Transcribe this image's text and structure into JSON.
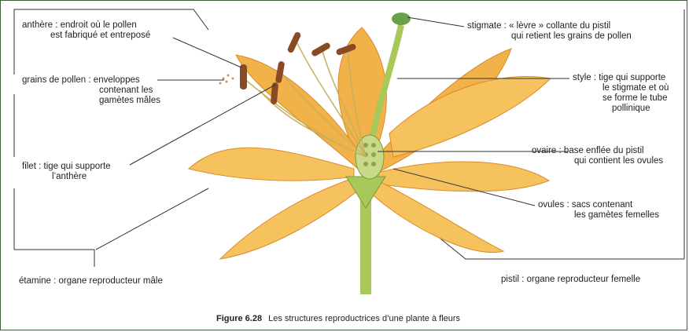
{
  "labels": {
    "anthere": {
      "term": "anthère",
      "def1": "endroit où le pollen",
      "def2": "est fabriqué et entreposé"
    },
    "grains": {
      "term": "grains de pollen",
      "def1": "enveloppes",
      "def2": "contenant les",
      "def3": "gamètes mâles"
    },
    "filet": {
      "term": "filet",
      "def1": "tige qui supporte",
      "def2": "l’anthère"
    },
    "etamine": {
      "term": "étamine",
      "def1": "organe reproducteur mâle"
    },
    "stigmate": {
      "term": "stigmate",
      "def1": "« lèvre » collante du pistil",
      "def2": "qui retient les grains de pollen"
    },
    "style": {
      "term": "style",
      "def1": "tige qui supporte",
      "def2": "le stigmate et où",
      "def3": "se forme le tube",
      "def4": "pollinique"
    },
    "ovaire": {
      "term": "ovaire",
      "def1": "base enflée du pistil",
      "def2": "qui contient les ovules"
    },
    "ovules": {
      "term": "ovules",
      "def1": "sacs contenant",
      "def2": "les gamètes femelles"
    },
    "pistil": {
      "term": "pistil",
      "def1": "organe reproducteur femelle"
    }
  },
  "caption": {
    "figure": "Figure 6.28",
    "text": "Les structures reproductrices d’une plante à fleurs"
  },
  "colors": {
    "petal": "#f2b24a",
    "petal_light": "#f8d27c",
    "stem": "#a9c85a",
    "anther": "#8a4a24",
    "frame": "#3a5f3a"
  }
}
